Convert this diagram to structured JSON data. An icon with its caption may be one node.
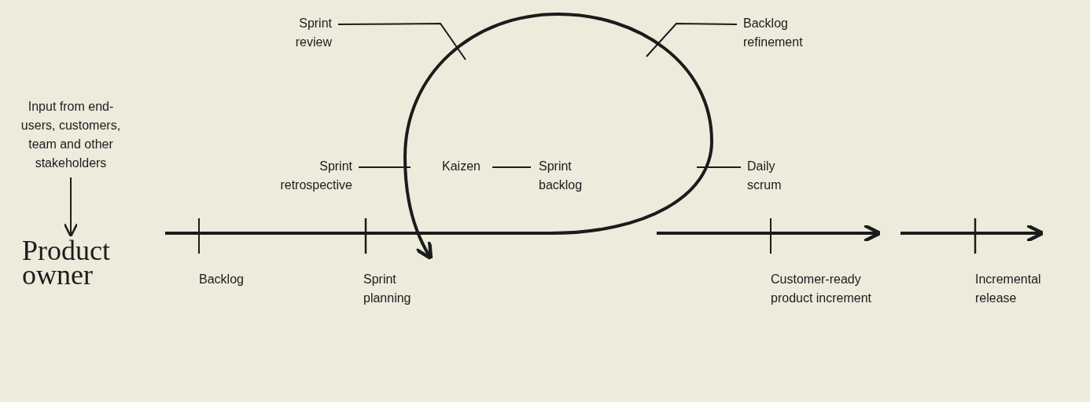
{
  "diagram": {
    "nodes": [
      {
        "text": [
          "Input from end-users, customers, team and other stakeholders"
        ]
      },
      {
        "text": [
          "Product owner"
        ]
      },
      {
        "text": [
          "Sprint review"
        ]
      },
      {
        "text": [
          "Backlog refinement"
        ]
      },
      {
        "text": [
          "Sprint retrospective"
        ]
      },
      {
        "text": [
          "Kaizen"
        ]
      },
      {
        "text": [
          "Sprint backlog"
        ]
      },
      {
        "text": [
          "Daily scrum"
        ]
      }
    ],
    "edges": [
      {
        "from": 0,
        "to": 1,
        "arrow": "to"
      },
      {
        "from": 2,
        "to": null,
        "arrow": "none"
      },
      {
        "from": 3,
        "to": null,
        "arrow": "none"
      },
      {
        "from": 4,
        "to": null,
        "arrow": "none"
      },
      {
        "from": 5,
        "to": 6,
        "arrow": "none"
      },
      {
        "from": 7,
        "to": null,
        "arrow": "none"
      }
    ],
    "labels": [
      "Backlog",
      "Sprint planning",
      "Customer-ready product increment",
      "Incremental release"
    ]
  }
}
